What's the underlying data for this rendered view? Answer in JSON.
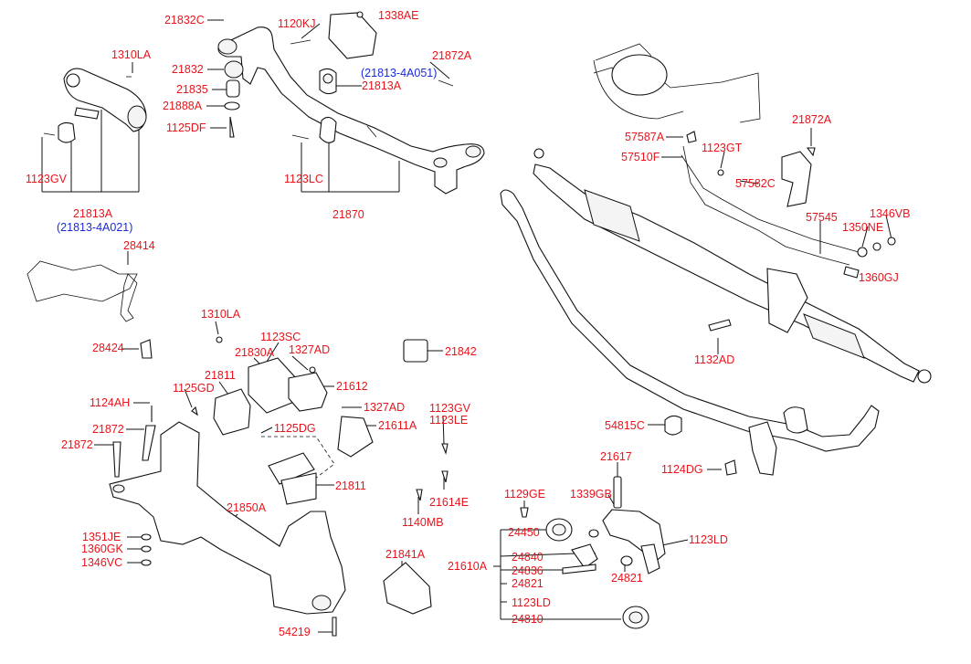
{
  "labels": {
    "l21832C": "21832C",
    "l1120KJ": "1120KJ",
    "l1338AE": "1338AE",
    "l1310LA_a": "1310LA",
    "l21872A_a": "21872A",
    "l21813_4A051": "(21813-4A051)",
    "l21832": "21832",
    "l21813A_a": "21813A",
    "l21835": "21835",
    "l21888A": "21888A",
    "l1125DF": "1125DF",
    "l1123GV_a": "1123GV",
    "l1123LC": "1123LC",
    "l21813A_b": "21813A",
    "l21813_4A021": "(21813-4A021)",
    "l21870": "21870",
    "l28414": "28414",
    "l1310LA_b": "1310LA",
    "l28424": "28424",
    "l1123SC": "1123SC",
    "l21830A": "21830A",
    "l1327AD_a": "1327AD",
    "l21842": "21842",
    "l21811_a": "21811",
    "l21612": "21612",
    "l1125GD": "1125GD",
    "l1124AH": "1124AH",
    "l1327AD_b": "1327AD",
    "l1123GV_b": "1123GV",
    "l1123LE": "1123LE",
    "l21611A": "21611A",
    "l21872_a": "21872",
    "l1125DG": "1125DG",
    "l21872_b": "21872",
    "l21811_b": "21811",
    "l21614E": "21614E",
    "l21850A": "21850A",
    "l1140MB": "1140MB",
    "l1351JE": "1351JE",
    "l1360GK": "1360GK",
    "l1346VC": "1346VC",
    "l21841A": "21841A",
    "l54219": "54219",
    "l21872A_b": "21872A",
    "l57587A": "57587A",
    "l1123GT": "1123GT",
    "l57510F": "57510F",
    "l57582C": "57582C",
    "l57545": "57545",
    "l1346VB": "1346VB",
    "l1350NE": "1350NE",
    "l1360GJ": "1360GJ",
    "l1132AD": "1132AD",
    "l54815C": "54815C",
    "l21617": "21617",
    "l1124DG": "1124DG",
    "l1129GE": "1129GE",
    "l1339GB": "1339GB",
    "l24450": "24450",
    "l1123LD_a": "1123LD",
    "l21610A": "21610A",
    "l24840": "24840",
    "l24836": "24836",
    "l24821_a": "24821",
    "l24821_b": "24821",
    "l1123LD_b": "1123LD",
    "l24810": "24810"
  },
  "colors": {
    "part_number": "#e8141b",
    "alt_part_number": "#1a2bd6",
    "linework": "#111111"
  }
}
